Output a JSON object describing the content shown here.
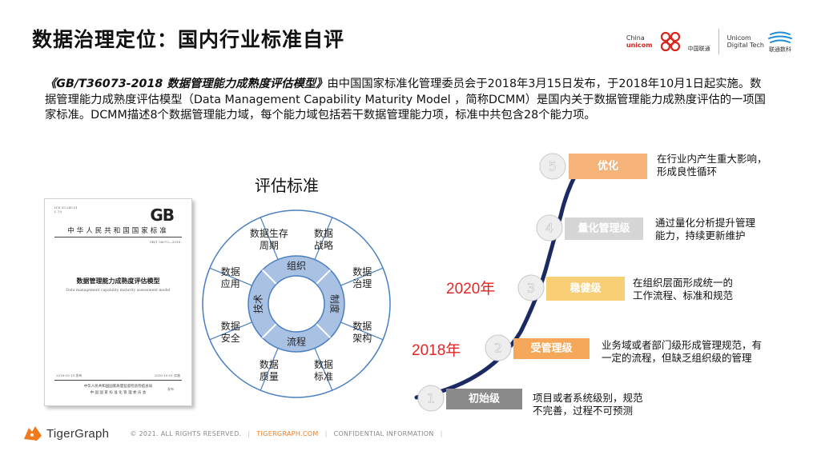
{
  "slide": {
    "title": "数据治理定位：国内行业标准自评",
    "logo": {
      "china_unicom_en_1": "China",
      "china_unicom_en_2": "unicom",
      "china_unicom_cn": "中国联通",
      "digital_tech_en_1": "Unicom",
      "digital_tech_en_2": "Digital Tech",
      "digital_tech_cn": "联通数科"
    },
    "intro_bold": "《GB/T36073-2018 数据管理能力成熟度评估模型》",
    "intro_rest": "由中国国家标准化管理委员会于2018年3月15日发布，于2018年10月1日起实施。数据管理能力成熟度评估模型（Data Management Capability Maturity Model ，简称DCMM）是国内关于数据管理能力成熟度评估的一项国家标准。DCMM描述8个数据管理能力域，每个能力域包括若干数据管理能力项，标准中共包含28个能力项。",
    "eval_title": "评估标准",
    "document": {
      "gb": "GB",
      "org": "中华人民共和国国家标准",
      "code": "GB/T 36073—2018",
      "title": "数据管理能力成熟度评估模型",
      "subtitle": "Data management capability maturity assessment model",
      "release_date": "2018-03-15 发布",
      "impl_date": "2018-10-01 实施",
      "pub_1": "中华人民共和国国家质量监督检验检疫总局",
      "pub_2": "中 国 国 家 标 准 化 管 理 委 员 会",
      "pub_tag": "发布"
    },
    "wheel": {
      "outer": [
        [
          "数据",
          "战略"
        ],
        [
          "数据",
          "治理"
        ],
        [
          "数据",
          "架构"
        ],
        [
          "数据",
          "标准"
        ],
        [
          "数据",
          "质量"
        ],
        [
          "数据",
          "安全"
        ],
        [
          "数据",
          "应用"
        ],
        [
          "数据生存",
          "周期"
        ]
      ],
      "inner": [
        "组织",
        "制度",
        "流程",
        "技术"
      ],
      "colors": {
        "outer_stroke": "#4a7fc0",
        "inner_fill": "#a9c1e3",
        "center_fill": "#ffffff"
      }
    },
    "levels": [
      {
        "num": "1",
        "name": "初始级",
        "desc": "项目或者系统级别，规范\n不完善，过程不可预测",
        "color": "#8a8a8a"
      },
      {
        "num": "2",
        "name": "受管理级",
        "desc": "业务域或者部门级形成管理规范，有\n一定的流程，但缺乏组织级的管理",
        "color": "#f5a85a"
      },
      {
        "num": "3",
        "name": "稳健级",
        "desc": "在组织层面形成统一的\n工作流程、标准和规范",
        "color": "#f9cf75"
      },
      {
        "num": "4",
        "name": "量化管理级",
        "desc": "通过量化分析提升管理\n能力，持续更新维护",
        "color": "#d6d6d6"
      },
      {
        "num": "5",
        "name": "优化",
        "desc": "在行业内产生重大影响，\n形成良性循环",
        "color": "#f5b37a"
      }
    ],
    "years": {
      "y2018": "2018年",
      "y2020": "2020年"
    },
    "footer": {
      "brand": "TigerGraph",
      "copyright": "© 2021. ALL RIGHTS RESERVED.",
      "url": "TIGERGRAPH.COM",
      "confidential": "CONFIDENTIAL INFORMATION"
    }
  }
}
